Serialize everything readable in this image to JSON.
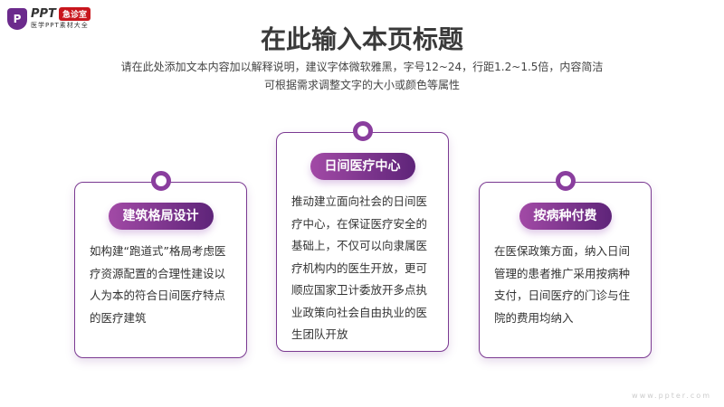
{
  "logo": {
    "mark": "P",
    "name": "PPT",
    "badge": "急诊室",
    "tagline": "医学PPT素材大全"
  },
  "title": "在此输入本页标题",
  "subtitle": [
    "请在此处添加文本内容加以解释说明，建议字体微软雅黑，字号12~24，行距1.2~1.5倍，内容简洁",
    "可根据需求调整文字的大小或颜色等属性"
  ],
  "cards": [
    {
      "label": "建筑格局设计",
      "text": "如构建“跑道式”格局考虑医疗资源配置的合理性建设以人为本的符合日间医疗特点的医疗建筑"
    },
    {
      "label": "日间医疗中心",
      "text": "推动建立面向社会的日间医疗中心，在保证医疗安全的基础上，不仅可以向隶属医疗机构内的医生开放，更可顺应国家卫计委放开多点执业政策向社会自由执业的医生团队开放"
    },
    {
      "label": "按病种付费",
      "text": "在医保政策方面，纳入日间管理的患者推广采用按病种支付，日间医疗的门诊与住院的费用均纳入"
    }
  ],
  "watermark": "www.ppter.com"
}
